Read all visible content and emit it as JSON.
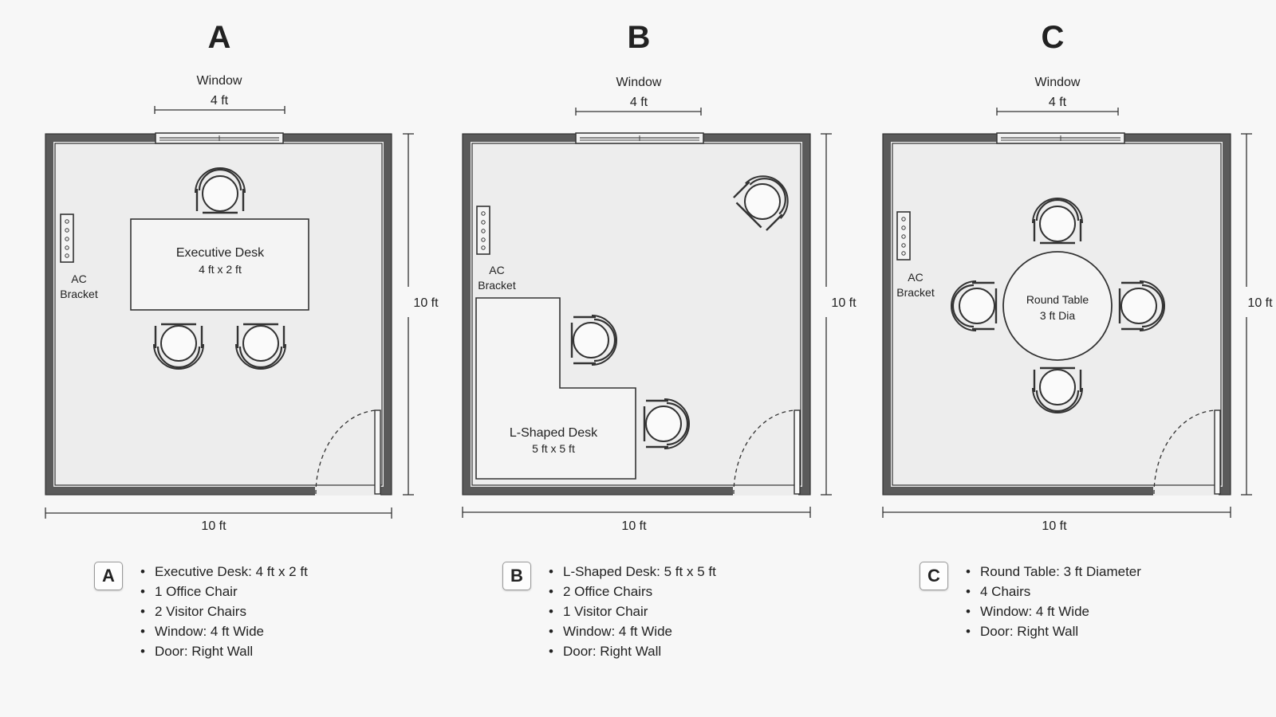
{
  "plans": [
    {
      "id": "A",
      "title": "A",
      "window_label": "Window",
      "window_width": "4 ft",
      "ac_label_line1": "AC",
      "ac_label_line2": "Bracket",
      "furniture_label_line1": "Executive Desk",
      "furniture_label_line2": "4 ft x 2 ft",
      "height_label": "10 ft",
      "width_label": "10 ft",
      "legend": {
        "badge": "A",
        "items": [
          "Executive Desk: 4 ft x 2 ft",
          "1 Office Chair",
          "2 Visitor Chairs",
          "Window: 4 ft Wide",
          "Door: Right Wall"
        ]
      }
    },
    {
      "id": "B",
      "title": "B",
      "window_label": "Window",
      "window_width": "4 ft",
      "ac_label_line1": "AC",
      "ac_label_line2": "Bracket",
      "furniture_label_line1": "L-Shaped Desk",
      "furniture_label_line2": "5 ft x 5 ft",
      "height_label": "10 ft",
      "width_label": "10 ft",
      "legend": {
        "badge": "B",
        "items": [
          "L-Shaped Desk: 5 ft x 5 ft",
          "2 Office Chairs",
          "1 Visitor Chair",
          "Window: 4 ft Wide",
          "Door: Right Wall"
        ]
      }
    },
    {
      "id": "C",
      "title": "C",
      "window_label": "Window",
      "window_width": "4 ft",
      "ac_label_line1": "AC",
      "ac_label_line2": "Bracket",
      "furniture_label_line1": "Round Table",
      "furniture_label_line2": "3 ft Dia",
      "height_label": "10 ft",
      "width_label": "10 ft",
      "legend": {
        "badge": "C",
        "items": [
          "Round Table: 3 ft Diameter",
          "4 Chairs",
          "Window: 4 ft Wide",
          "Door: Right Wall"
        ]
      }
    }
  ]
}
